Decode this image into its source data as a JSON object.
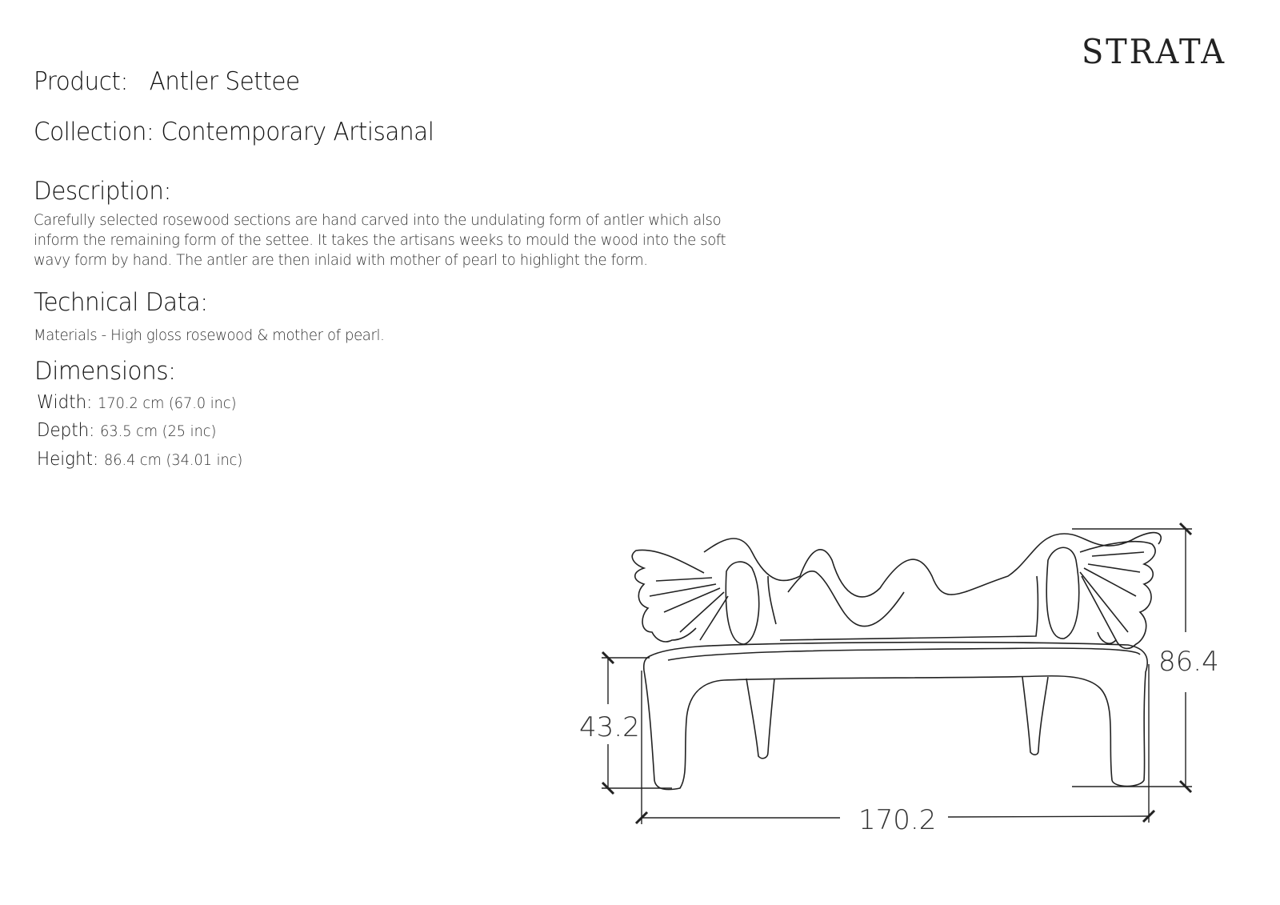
{
  "brand": "STRATA",
  "product": {
    "label": "Product:",
    "value": "Antler Settee"
  },
  "collection": {
    "label": "Collection:",
    "value": "Contemporary Artisanal"
  },
  "description": {
    "heading": "Description:",
    "lines": [
      "Carefully selected rosewood sections are hand carved into the undulating form of antler which also",
      "inform the remaining form of the settee. It takes the artisans weeks to mould the wood into the soft",
      "wavy form by hand. The antler are then inlaid with mother of pearl to highlight the form."
    ]
  },
  "technical": {
    "heading": "Technical Data:",
    "materials": "Materials - High gloss rosewood & mother of pearl."
  },
  "dimensions": {
    "heading": "Dimensions:",
    "rows": [
      {
        "label": "Width:",
        "value": "170.2 cm (67.0 inc)"
      },
      {
        "label": "Depth:",
        "value": "63.5 cm (25 inc)"
      },
      {
        "label": "Height:",
        "value": "86.4 cm (34.01 inc)"
      }
    ]
  },
  "drawing": {
    "seat_height": "43.2",
    "total_height": "86.4",
    "width": "170.2"
  }
}
